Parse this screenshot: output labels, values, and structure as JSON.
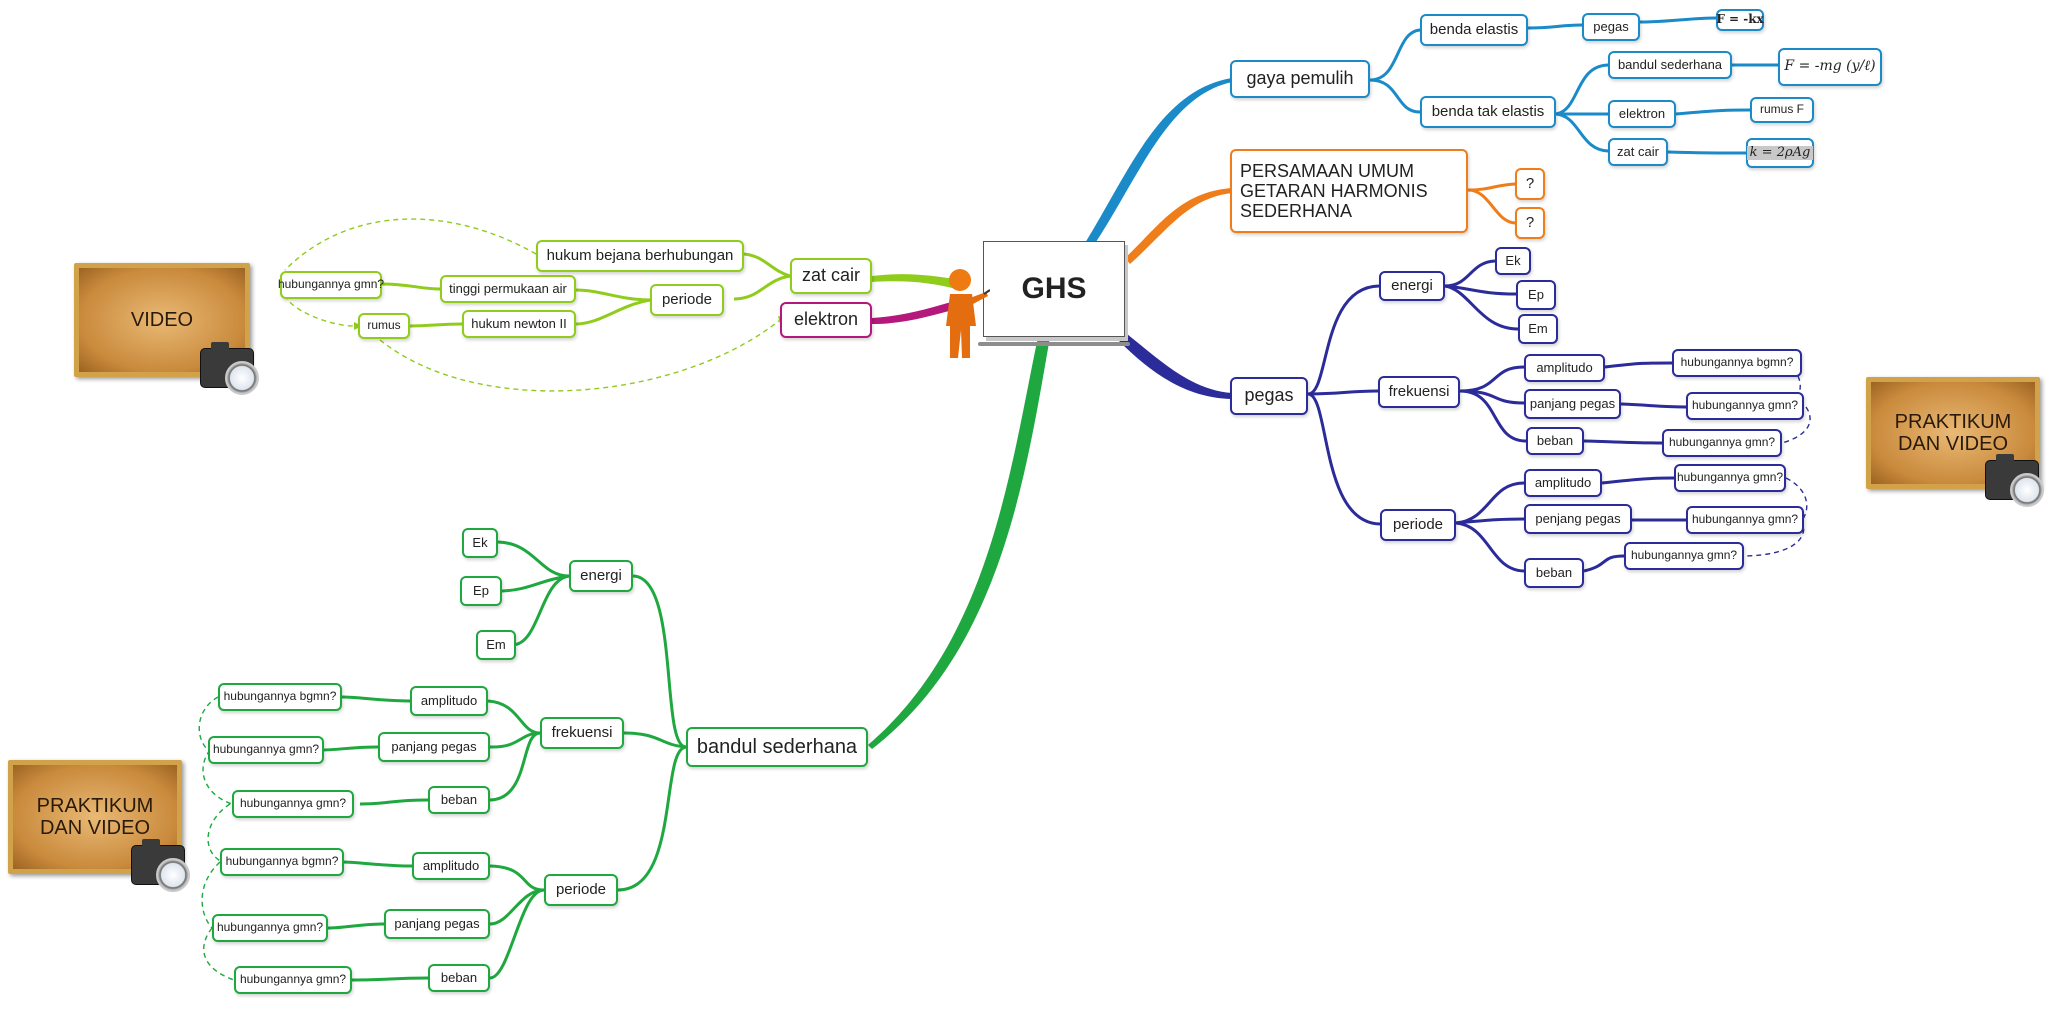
{
  "central": {
    "label": "GHS"
  },
  "colors": {
    "blue": "#1a8ac9",
    "orange": "#ef7d1a",
    "navy": "#2b2b9a",
    "green": "#1fa83f",
    "lime": "#8fcc1c",
    "magenta": "#b3187a"
  },
  "boards": {
    "video": "VIDEO",
    "praktikum_right": "PRAKTIKUM DAN VIDEO",
    "praktikum_left": "PRAKTIKUM DAN VIDEO",
    "icon": "camera-icon"
  },
  "gaya_pemulih": {
    "label": "gaya pemulih",
    "benda_elastis": {
      "label": "benda elastis",
      "pegas": "pegas",
      "formula": "F = -kx"
    },
    "benda_tak_elastis": {
      "label": "benda tak elastis",
      "bandul": "bandul sederhana",
      "bandul_formula": "F = -mg (y/ℓ)",
      "elektron": "elektron",
      "rumus_f": "rumus F",
      "zat_cair": "zat cair",
      "zat_cair_formula": "k = 2ρAg"
    }
  },
  "persamaan": {
    "label_l1": "PERSAMAAN UMUM",
    "label_l2": "GETARAN HARMONIS",
    "label_l3": "SEDERHANA",
    "q1": "?",
    "q2": "?"
  },
  "pegas": {
    "label": "pegas",
    "energi": {
      "label": "energi",
      "ek": "Ek",
      "ep": "Ep",
      "em": "Em"
    },
    "frekuensi": {
      "label": "frekuensi",
      "amplitudo": "amplitudo",
      "amplitudo_rel": "hubungannya bgmn?",
      "panjang": "panjang pegas",
      "panjang_rel": "hubungannya gmn?",
      "beban": "beban",
      "beban_rel": "hubungannya gmn?"
    },
    "periode": {
      "label": "periode",
      "amplitudo": "amplitudo",
      "amplitudo_rel": "hubungannya gmn?",
      "panjang": "penjang pegas",
      "panjang_rel": "hubungannya gmn?",
      "beban": "beban",
      "beban_rel": "hubungannya gmn?"
    }
  },
  "bandul": {
    "label": "bandul sederhana",
    "energi": {
      "label": "energi",
      "ek": "Ek",
      "ep": "Ep",
      "em": "Em"
    },
    "frekuensi": {
      "label": "frekuensi",
      "amplitudo": "amplitudo",
      "amplitudo_rel": "hubungannya bgmn?",
      "panjang": "panjang pegas",
      "panjang_rel": "hubungannya gmn?",
      "beban": "beban",
      "beban_rel": "hubungannya gmn?"
    },
    "periode": {
      "label": "periode",
      "amplitudo": "amplitudo",
      "amplitudo_rel": "hubungannya bgmn?",
      "panjang": "panjang pegas",
      "panjang_rel": "hubungannya gmn?",
      "beban": "beban",
      "beban_rel": "hubungannya gmn?"
    }
  },
  "zat_cair": {
    "label": "zat cair",
    "periode": "periode",
    "bejana": "hukum bejana berhubungan",
    "tinggi": "tinggi permukaan air",
    "newton": "hukum newton II",
    "hubungan": "hubungannya gmn?",
    "rumus": "rumus"
  },
  "elektron": {
    "label": "elektron"
  }
}
